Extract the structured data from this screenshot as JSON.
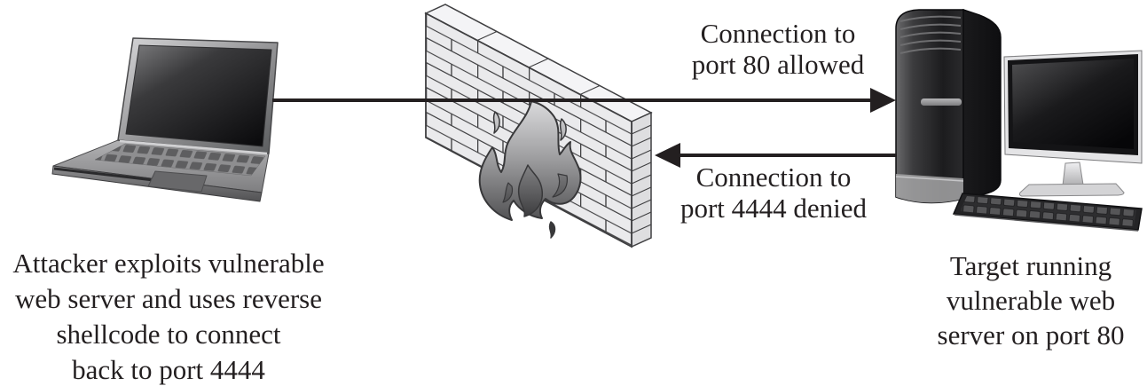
{
  "arrow_labels": {
    "port80": {
      "lines": [
        "Connection to",
        "port 80 allowed"
      ],
      "arrow_direction": "right"
    },
    "port4444": {
      "lines": [
        "Connection to",
        "port 4444 denied"
      ],
      "arrow_direction": "left"
    }
  },
  "captions": {
    "attacker": {
      "lines": [
        "Attacker exploits vulnerable",
        "web server and uses reverse",
        "shellcode to connect",
        "back to port 4444"
      ]
    },
    "target": {
      "lines": [
        "Target running",
        "vulnerable web",
        "server on port 80"
      ]
    }
  },
  "icons": {
    "laptop": "attacker-laptop-icon",
    "firewall": "firewall-brick-wall-icon",
    "flames": "flames-icon",
    "tower": "computer-tower-icon",
    "monitor": "monitor-icon",
    "keyboard": "keyboard-icon"
  },
  "colors": {
    "background": "#ffffff",
    "text": "#231f20",
    "arrow": "#231f20",
    "brick_fill": "#eaeaec",
    "brick_line": "#3f3f41",
    "flame_light": "#dcdcde",
    "flame_dark": "#505052",
    "device_dark": "#1c1c1e",
    "device_silver": "#d4d4d6"
  }
}
